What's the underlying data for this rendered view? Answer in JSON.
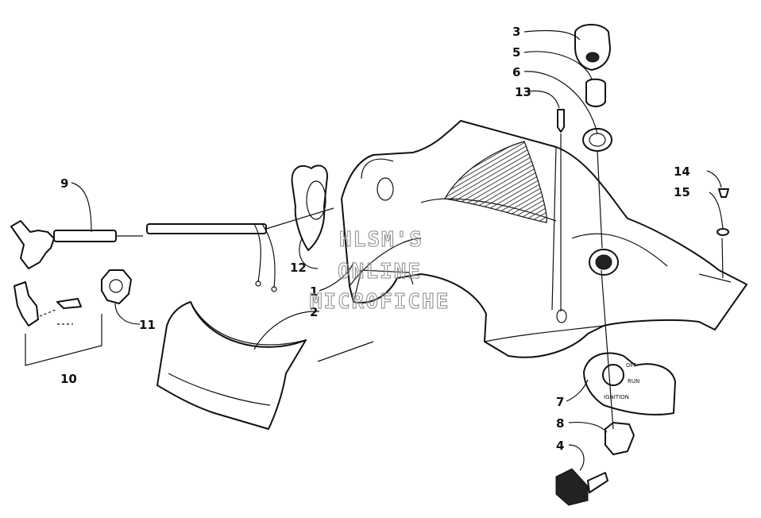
{
  "watermark": {
    "line1": "HLSM'S",
    "line2": "ONLINE",
    "line3": "MICROFICHE"
  },
  "switch_labels": {
    "off": "OFF",
    "run": "RUN",
    "ignition": "IGNITION"
  },
  "callouts": [
    "1",
    "2",
    "3",
    "4",
    "5",
    "6",
    "7",
    "8",
    "9",
    "10",
    "11",
    "12",
    "13",
    "14",
    "15"
  ],
  "colors": {
    "ink": "#111111",
    "paper": "#ffffff"
  }
}
